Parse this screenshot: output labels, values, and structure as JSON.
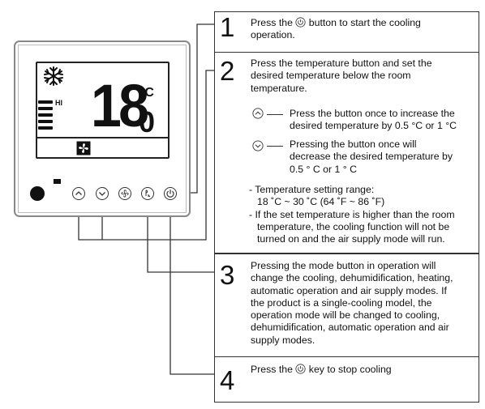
{
  "display": {
    "temp_big": "18",
    "temp_decimal": "0",
    "unit": "°C",
    "fan_level_label": "HI"
  },
  "icons": [
    "snowflake-icon",
    "fan-icon",
    "up-arrow-icon",
    "down-arrow-icon",
    "mode-fan-icon",
    "mode-icon",
    "power-icon"
  ],
  "steps": [
    {
      "number": "1",
      "pre": "Press the",
      "post": "button to start the cooling",
      "line2": "operation."
    },
    {
      "number": "2",
      "lines": [
        "Press the temperature button and set the",
        "desired temperature below the room",
        "temperature."
      ],
      "up": [
        "Press the button once to increase the",
        "desired temperature by 0.5 °C or 1 °C"
      ],
      "down": [
        "Pressing the button once will",
        "decrease the desired temperature by",
        "0.5 ° C or 1 ° C"
      ],
      "range_title": "- Temperature setting range:",
      "range_value": "18 ˚C ~ 30 ˚C (64 ˚F ~ 86 ˚F)",
      "note": [
        "- If the set temperature is higher than the room",
        "temperature, the cooling function will not be",
        "turned on and the air supply mode will run."
      ]
    },
    {
      "number": "3",
      "lines": [
        "Pressing the mode button in operation will",
        "change the cooling, dehumidification, heating,",
        "automatic operation and air supply modes. If",
        "the product is a single-cooling model, the",
        "operation mode will be changed to cooling,",
        "dehumidification, automatic operation and air",
        "supply modes."
      ]
    },
    {
      "number": "4",
      "pre": "Press the",
      "post": "key to stop cooling"
    }
  ]
}
